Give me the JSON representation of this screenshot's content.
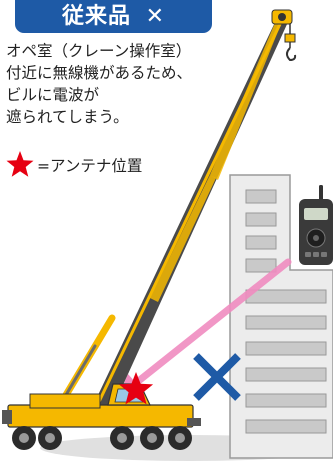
{
  "banner": {
    "label": "従来品"
  },
  "description": {
    "lines": [
      "オペ室（クレーン操作室）",
      "付近に無線機があるため、",
      "ビルに電波が",
      "遮られてしまう。"
    ]
  },
  "legend": {
    "label": "=アンテナ位置"
  },
  "colors": {
    "banner": "#1e5aa6",
    "cross": "#1e5aa6",
    "star": "#e60012",
    "boom_dark": "#4a4a4a",
    "crane_yellow": "#f5b800",
    "signal_arrow": "#f08cc0"
  }
}
